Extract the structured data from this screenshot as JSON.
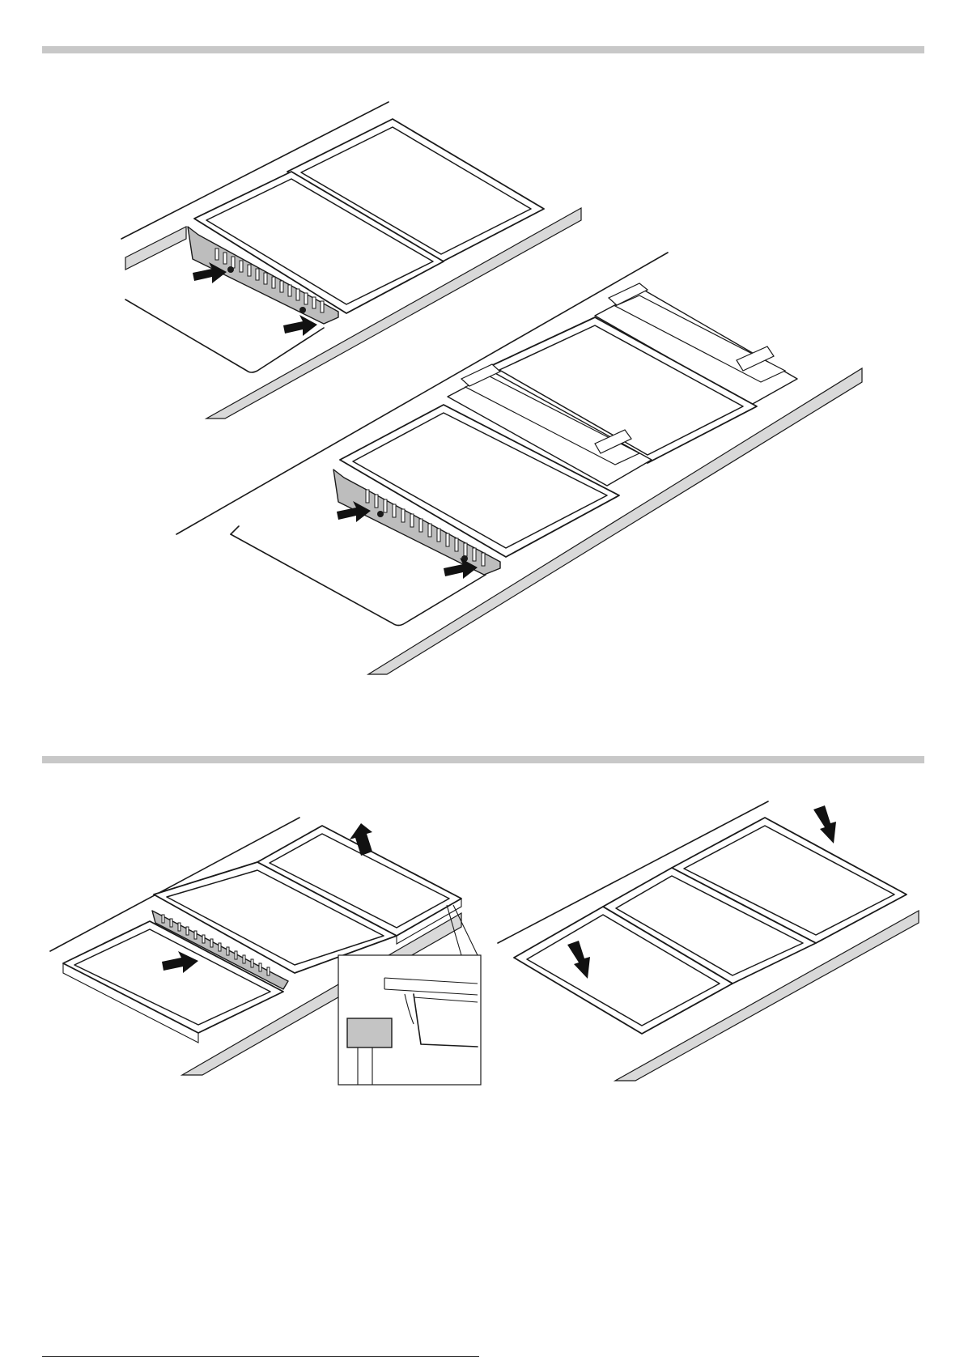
{
  "footer": {
    "page_mark": ""
  },
  "colors": {
    "band": "#c8c8c8",
    "module_body": "#bdbdbd",
    "line": "#1a1a1a"
  },
  "figures": {
    "fig1": {
      "arrows": 4,
      "plates": 4,
      "frames": 2
    },
    "fig2": {
      "arrows": 2,
      "plates": 3
    },
    "fig3": {
      "arrows": 2,
      "plates": 3
    }
  }
}
